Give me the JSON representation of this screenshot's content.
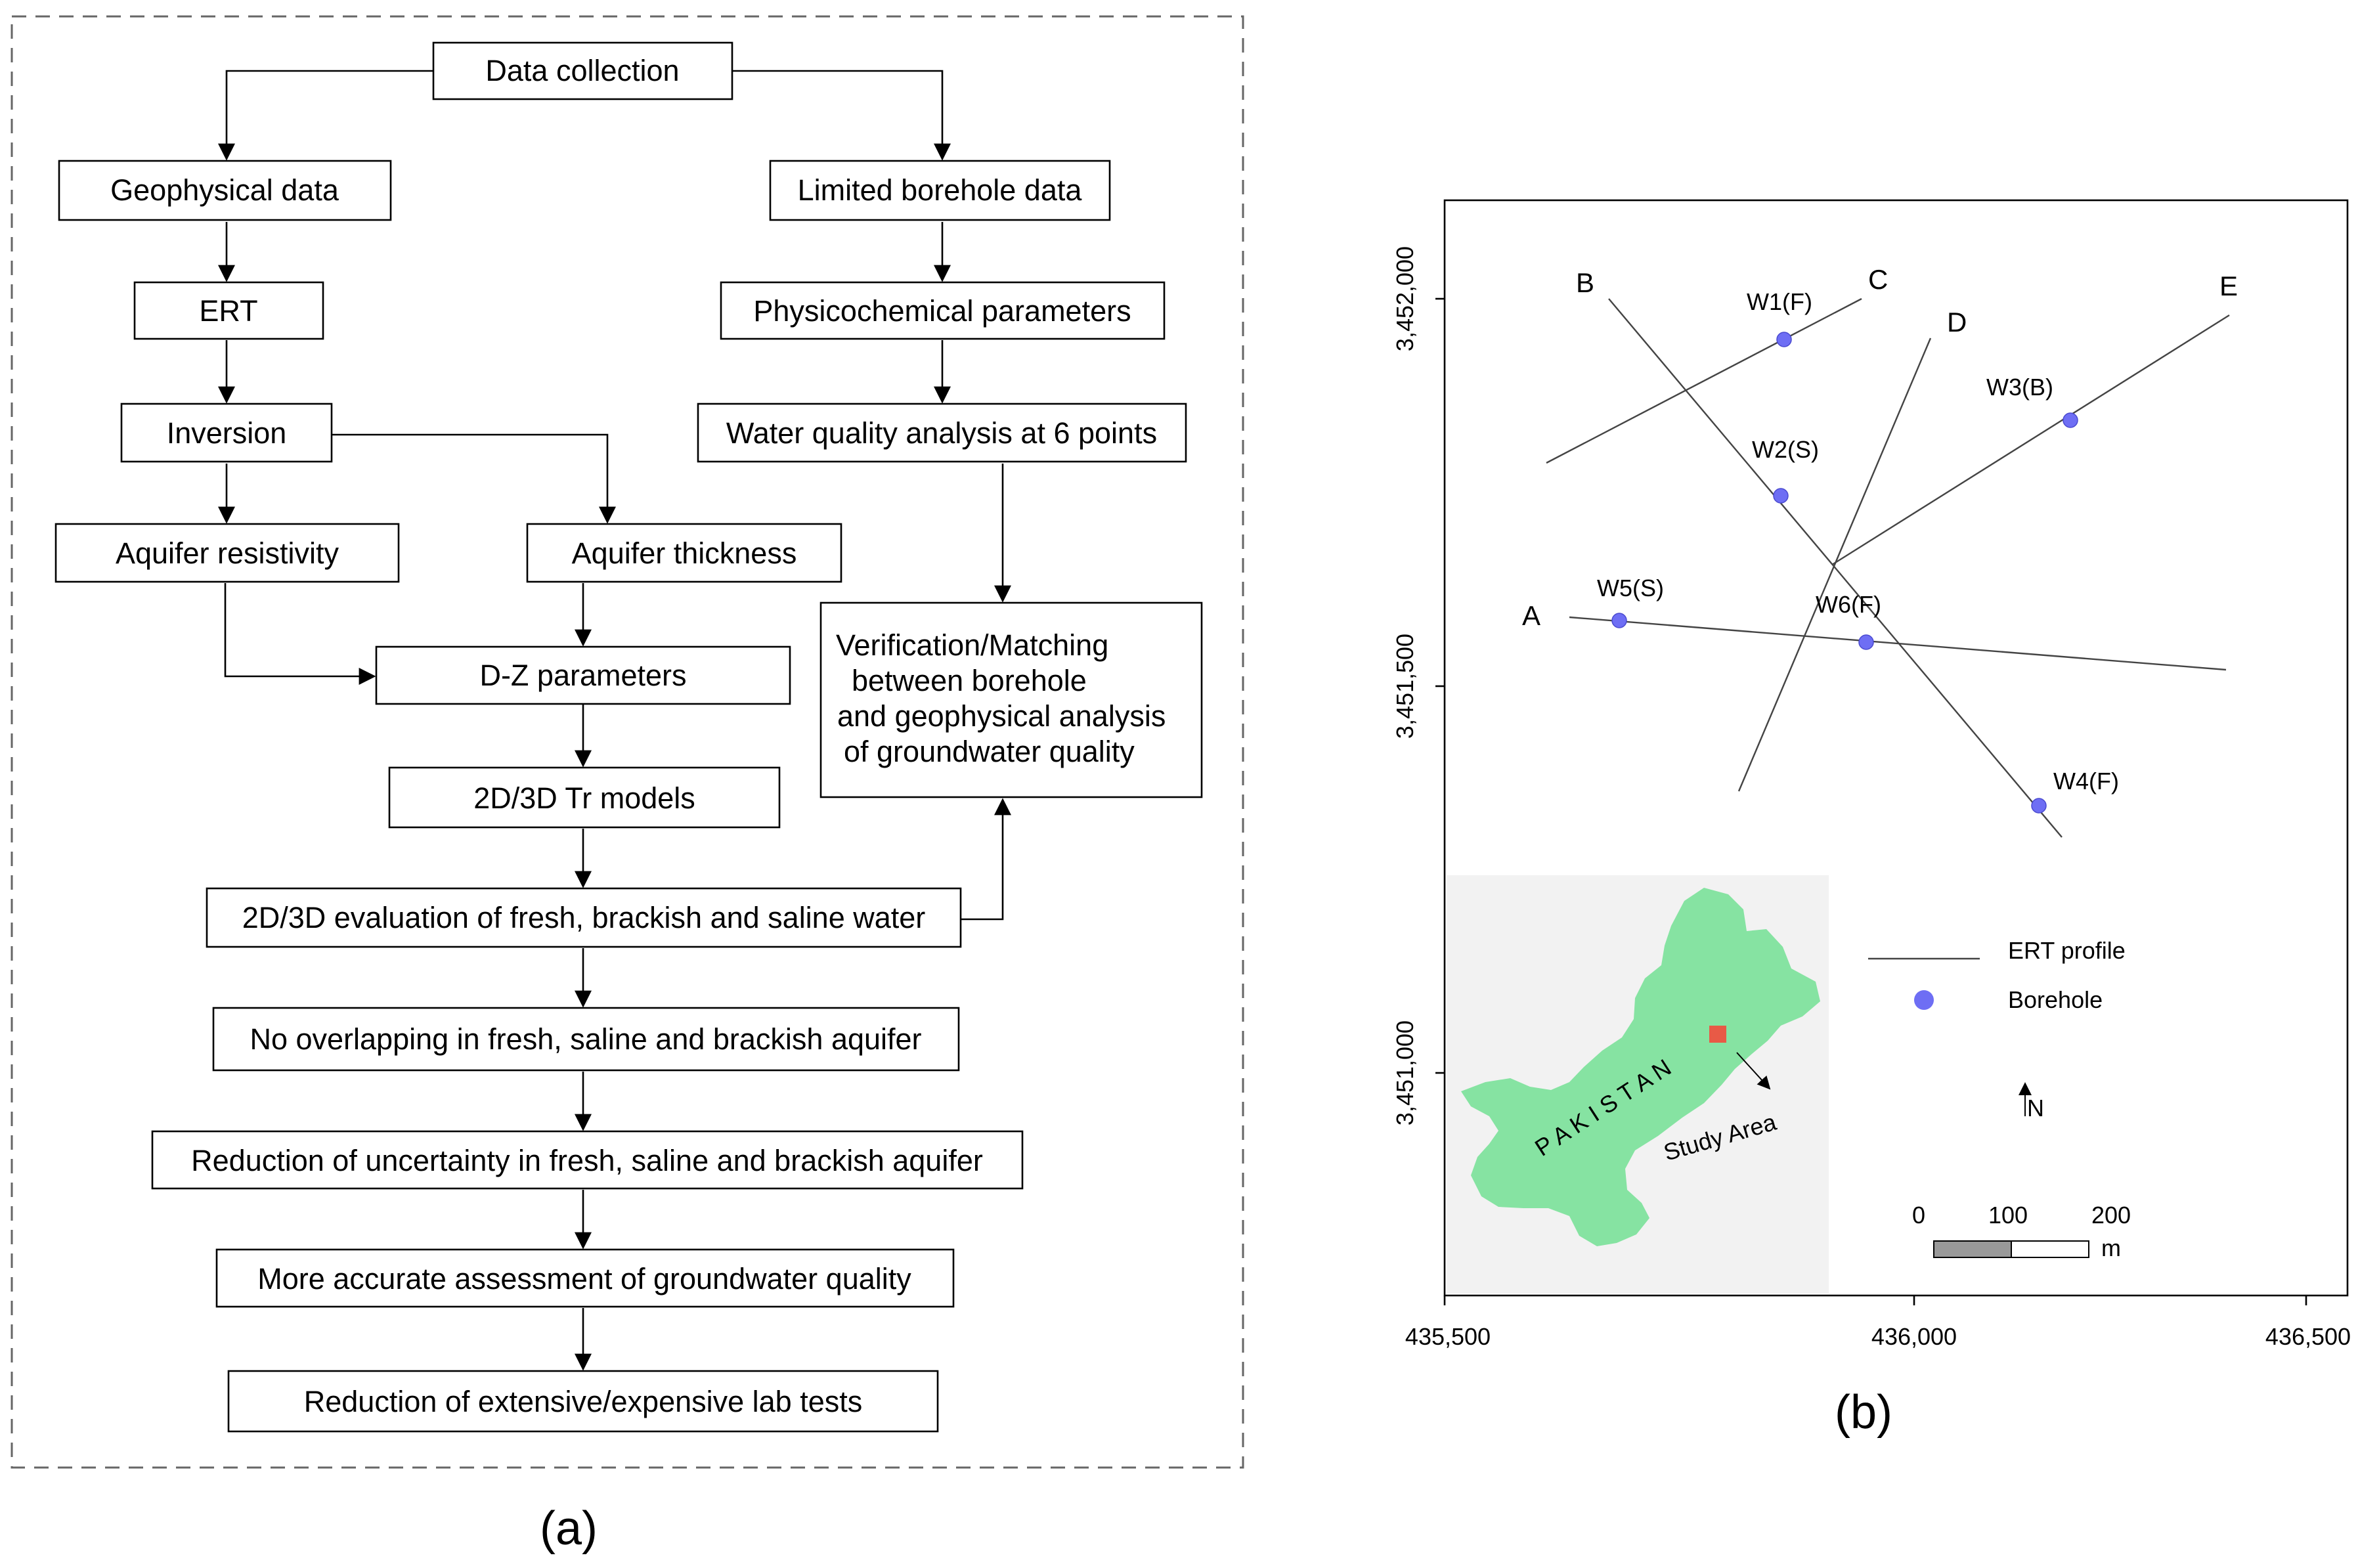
{
  "panel_a": {
    "caption": "(a)",
    "boxes": {
      "data_collection": "Data collection",
      "geophysical_data": "Geophysical data",
      "limited_borehole_data": "Limited borehole data",
      "ert": "ERT",
      "physicochemical_parameters": "Physicochemical  parameters",
      "inversion": "Inversion",
      "water_quality_analysis": "Water quality analysis at 6 points",
      "aquifer_resistivity": "Aquifer resistivity",
      "aquifer_thickness": "Aquifer thickness",
      "verification_line1": "Verification/Matching",
      "verification_line2": "between borehole",
      "verification_line3": "and geophysical analysis",
      "verification_line4": "of groundwater quality",
      "dz_parameters": "D-Z parameters",
      "tr_models": "2D/3D Tr models",
      "evaluation": "2D/3D evaluation of fresh, brackish and saline water",
      "no_overlapping": "No overlapping in fresh, saline and brackish aquifer",
      "reduction_uncertainty": "Reduction of uncertainty in fresh, saline and brackish aquifer",
      "accurate_assessment": "More accurate assessment of groundwater quality",
      "reduction_lab_tests": "Reduction of extensive/expensive lab tests"
    }
  },
  "panel_b": {
    "caption": "(b)",
    "x_ticks": [
      "435,500",
      "436,000",
      "436,500"
    ],
    "y_ticks": [
      "3,452,000",
      "3,451,500",
      "3,451,000"
    ],
    "profile_labels": {
      "a": "A",
      "b": "B",
      "c": "C",
      "d": "D",
      "e": "E"
    },
    "boreholes": [
      {
        "label": "W1(F)"
      },
      {
        "label": "W2(S)"
      },
      {
        "label": "W3(B)"
      },
      {
        "label": "W4(F)"
      },
      {
        "label": "W5(S)"
      },
      {
        "label": "W6(F)"
      }
    ],
    "legend": {
      "ert_profile": "ERT  profile",
      "borehole": "Borehole"
    },
    "north_label": "N",
    "scale": {
      "tick0": "0",
      "tick1": "100",
      "tick2": "200",
      "unit": "m"
    },
    "inset": {
      "country": "P A K I S T A N",
      "study_area": "Study Area"
    },
    "colors": {
      "borehole": "#6e6ef4",
      "pakistan": "#86e3a2",
      "study_area": "#e85a46",
      "inset_background": "#f2f2f2"
    }
  }
}
